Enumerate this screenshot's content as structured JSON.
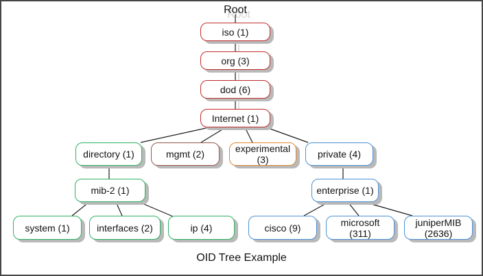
{
  "diagram": {
    "title": "OID Tree Example",
    "root_label": "Root",
    "palette": {
      "red": "#c12a2a",
      "green": "#2db163",
      "brown": "#95544d",
      "orange": "#e1862f",
      "blue": "#4a91d5",
      "shadow": "#b9b9b9",
      "line": "#1a1a1a",
      "ghost_text": "#d4d4d4"
    },
    "nodes": [
      {
        "label": "iso (1)",
        "color": "red"
      },
      {
        "label": "org (3)",
        "color": "red"
      },
      {
        "label": "dod (6)",
        "color": "red"
      },
      {
        "label": "Internet (1)",
        "color": "red"
      },
      {
        "label": "directory (1)",
        "color": "green"
      },
      {
        "label": "mgmt (2)",
        "color": "brown"
      },
      {
        "label": "experimental",
        "label2": "(3)",
        "color": "orange"
      },
      {
        "label": "private (4)",
        "color": "blue"
      },
      {
        "label": "mib-2 (1)",
        "color": "green"
      },
      {
        "label": "enterprise (1)",
        "color": "blue"
      },
      {
        "label": "system (1)",
        "color": "green"
      },
      {
        "label": "interfaces (2)",
        "color": "green"
      },
      {
        "label": "ip (4)",
        "color": "green"
      },
      {
        "label": "cisco (9)",
        "color": "blue"
      },
      {
        "label": "microsoft",
        "label2": "(311)",
        "color": "blue"
      },
      {
        "label": "juniperMIB",
        "label2": "(2636)",
        "color": "blue"
      }
    ]
  }
}
